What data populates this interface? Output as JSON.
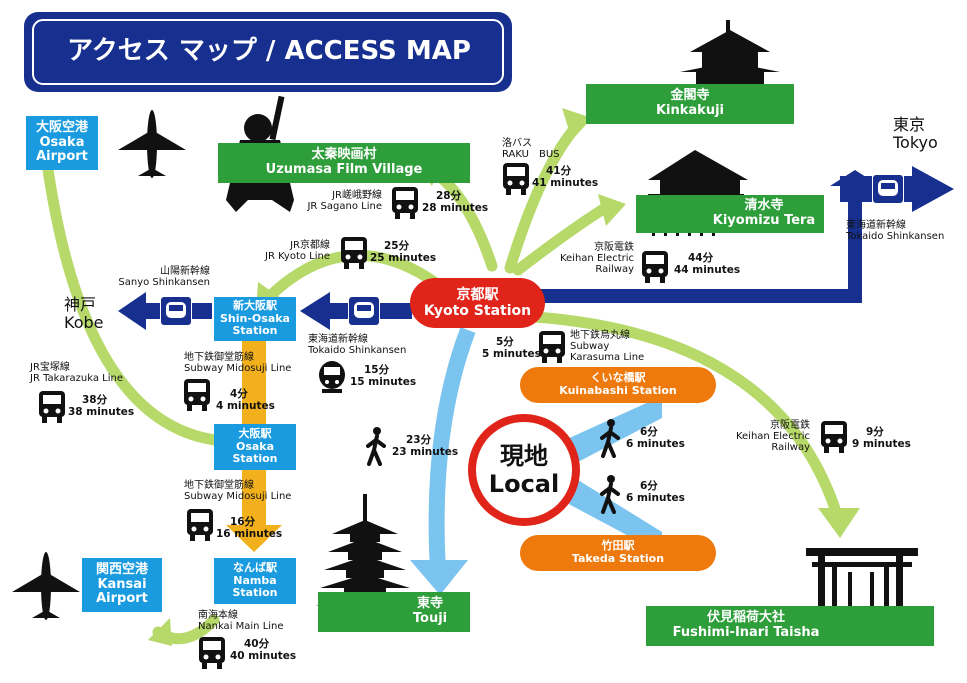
{
  "title": "アクセス マップ / ACCESS MAP",
  "colors": {
    "navy": "#17308f",
    "blue": "#1a9be0",
    "green": "#2e9e3a",
    "lightgreen": "#b6d96a",
    "orange": "#ee7a0e",
    "red": "#e0241a",
    "yellow": "#f2b01c",
    "lightblue": "#7ac4ef"
  },
  "stations": {
    "kyoto": {
      "ja": "京都駅",
      "en": "Kyoto Station"
    },
    "shin_osaka": {
      "ja": "新大阪駅",
      "en1": "Shin-Osaka",
      "en2": "Station"
    },
    "osaka": {
      "ja": "大阪駅",
      "en1": "Osaka",
      "en2": "Station"
    },
    "namba": {
      "ja": "なんば駅",
      "en1": "Namba",
      "en2": "Station"
    },
    "kuinabashi": {
      "ja": "くいな橋駅",
      "en": "Kuinabashi Station"
    },
    "takeda": {
      "ja": "竹田駅",
      "en": "Takeda Station"
    }
  },
  "airports": {
    "osaka": {
      "ja": "大阪空港",
      "en1": "Osaka",
      "en2": "Airport"
    },
    "kansai": {
      "ja": "関西空港",
      "en1": "Kansai",
      "en2": "Airport"
    }
  },
  "sights": {
    "kinkakuji": {
      "ja": "金閣寺",
      "en": "Kinkakuji"
    },
    "uzumasa": {
      "ja": "太秦映画村",
      "en": "Uzumasa Film Village"
    },
    "kiyomizu": {
      "ja": "清水寺",
      "en": "Kiyomizu Tera"
    },
    "touji": {
      "ja": "東寺",
      "en": "Touji"
    },
    "fushimi": {
      "ja": "伏見稲荷大社",
      "en": "Fushimi-Inari Taisha"
    }
  },
  "cities": {
    "tokyo": {
      "ja": "東京",
      "en": "Tokyo"
    },
    "kobe": {
      "ja": "神戸",
      "en": "Kobe"
    }
  },
  "local": {
    "ja": "現地",
    "en": "Local"
  },
  "routes": {
    "raku_bus": {
      "line1": "洛バス",
      "line2": "RAKU　BUS"
    },
    "jr_sagano": {
      "ja": "JR嵯峨野線",
      "en": "JR Sagano Line"
    },
    "jr_kyoto": {
      "ja": "JR京都線",
      "en": "JR Kyoto Line"
    },
    "sanyo": {
      "ja": "山陽新幹線",
      "en": "Sanyo Shinkansen"
    },
    "tokaido_w": {
      "ja": "東海道新幹線",
      "en": "Tokaido Shinkansen"
    },
    "tokaido_e": {
      "ja": "東海道新幹線",
      "en": "Tokaido Shinkansen"
    },
    "keihan_kiyo": {
      "ja": "京阪電鉄",
      "en1": "Keihan Electric",
      "en2": "Railway"
    },
    "keihan_fushimi": {
      "ja": "京阪電鉄",
      "en1": "Keihan Electric",
      "en2": "Railway"
    },
    "karasuma": {
      "ja": "地下鉄烏丸線",
      "en1": "Subway",
      "en2": "Karasuma Line"
    },
    "midosuji1": {
      "ja": "地下鉄御堂筋線",
      "en": "Subway Midosuji Line"
    },
    "midosuji2": {
      "ja": "地下鉄御堂筋線",
      "en": "Subway Midosuji Line"
    },
    "takarazuka": {
      "ja": "JR宝塚線",
      "en": "JR Takarazuka Line"
    },
    "nankai": {
      "ja": "南海本線",
      "en": "Nankai Main Line"
    }
  },
  "times": {
    "bus": {
      "ja": "41分",
      "en": "41 minutes"
    },
    "sagano": {
      "ja": "28分",
      "en": "28 minutes"
    },
    "jrkyoto": {
      "ja": "25分",
      "en": "25 minutes"
    },
    "shinkansen_west": {
      "ja": "15分",
      "en": "15 minutes"
    },
    "keihan_kiyo": {
      "ja": "44分",
      "en": "44 minutes"
    },
    "karasuma": {
      "ja": "5分",
      "en": "5 minutes"
    },
    "walk_touji": {
      "ja": "23分",
      "en": "23 minutes"
    },
    "walk_kuina": {
      "ja": "6分",
      "en": "6 minutes"
    },
    "walk_takeda": {
      "ja": "6分",
      "en": "6 minutes"
    },
    "keihan_fushimi": {
      "ja": "9分",
      "en": "9 minutes"
    },
    "midosuji1": {
      "ja": "4分",
      "en": "4 minutes"
    },
    "midosuji2": {
      "ja": "16分",
      "en": "16 minutes"
    },
    "takarazuka": {
      "ja": "38分",
      "en": "38 minutes"
    },
    "nankai": {
      "ja": "40分",
      "en": "40 minutes"
    }
  }
}
